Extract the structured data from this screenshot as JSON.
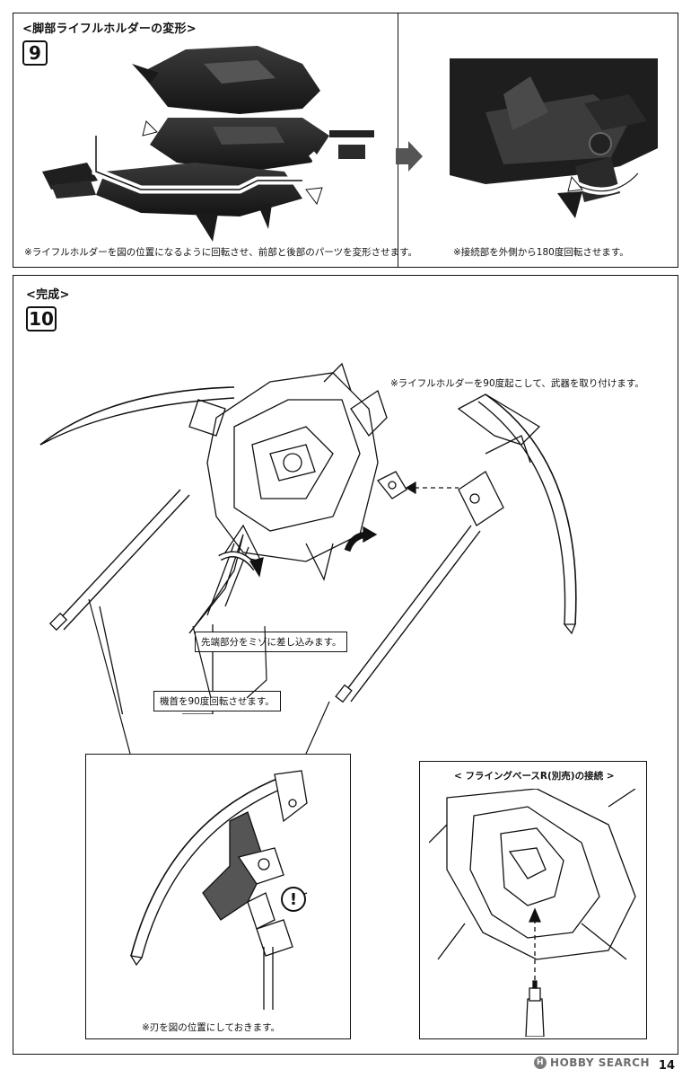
{
  "step9": {
    "title": "<脚部ライフルホルダーの変形>",
    "number": "9",
    "note_left": "※ライフルホルダーを図の位置になるように回転させ、前部と後部のパーツを変形させます。",
    "note_right": "※接続部を外側から180度回転させます。"
  },
  "step10": {
    "title": "<完成>",
    "number": "10",
    "note_rifle": "※ライフルホルダーを90度起こして、武器を取り付けます。",
    "callout_tip": "先端部分をミゾに差し込みます。",
    "callout_nose": "機首を90度回転させます。",
    "note_blade": "※刃を図の位置にしておきます。",
    "caution_mark": "!",
    "flying_base_title": "< フライングベースR(別売)の接続 >"
  },
  "footer": {
    "page": "14",
    "watermark": "HOBBY SEARCH",
    "watermark_logo": "H"
  }
}
